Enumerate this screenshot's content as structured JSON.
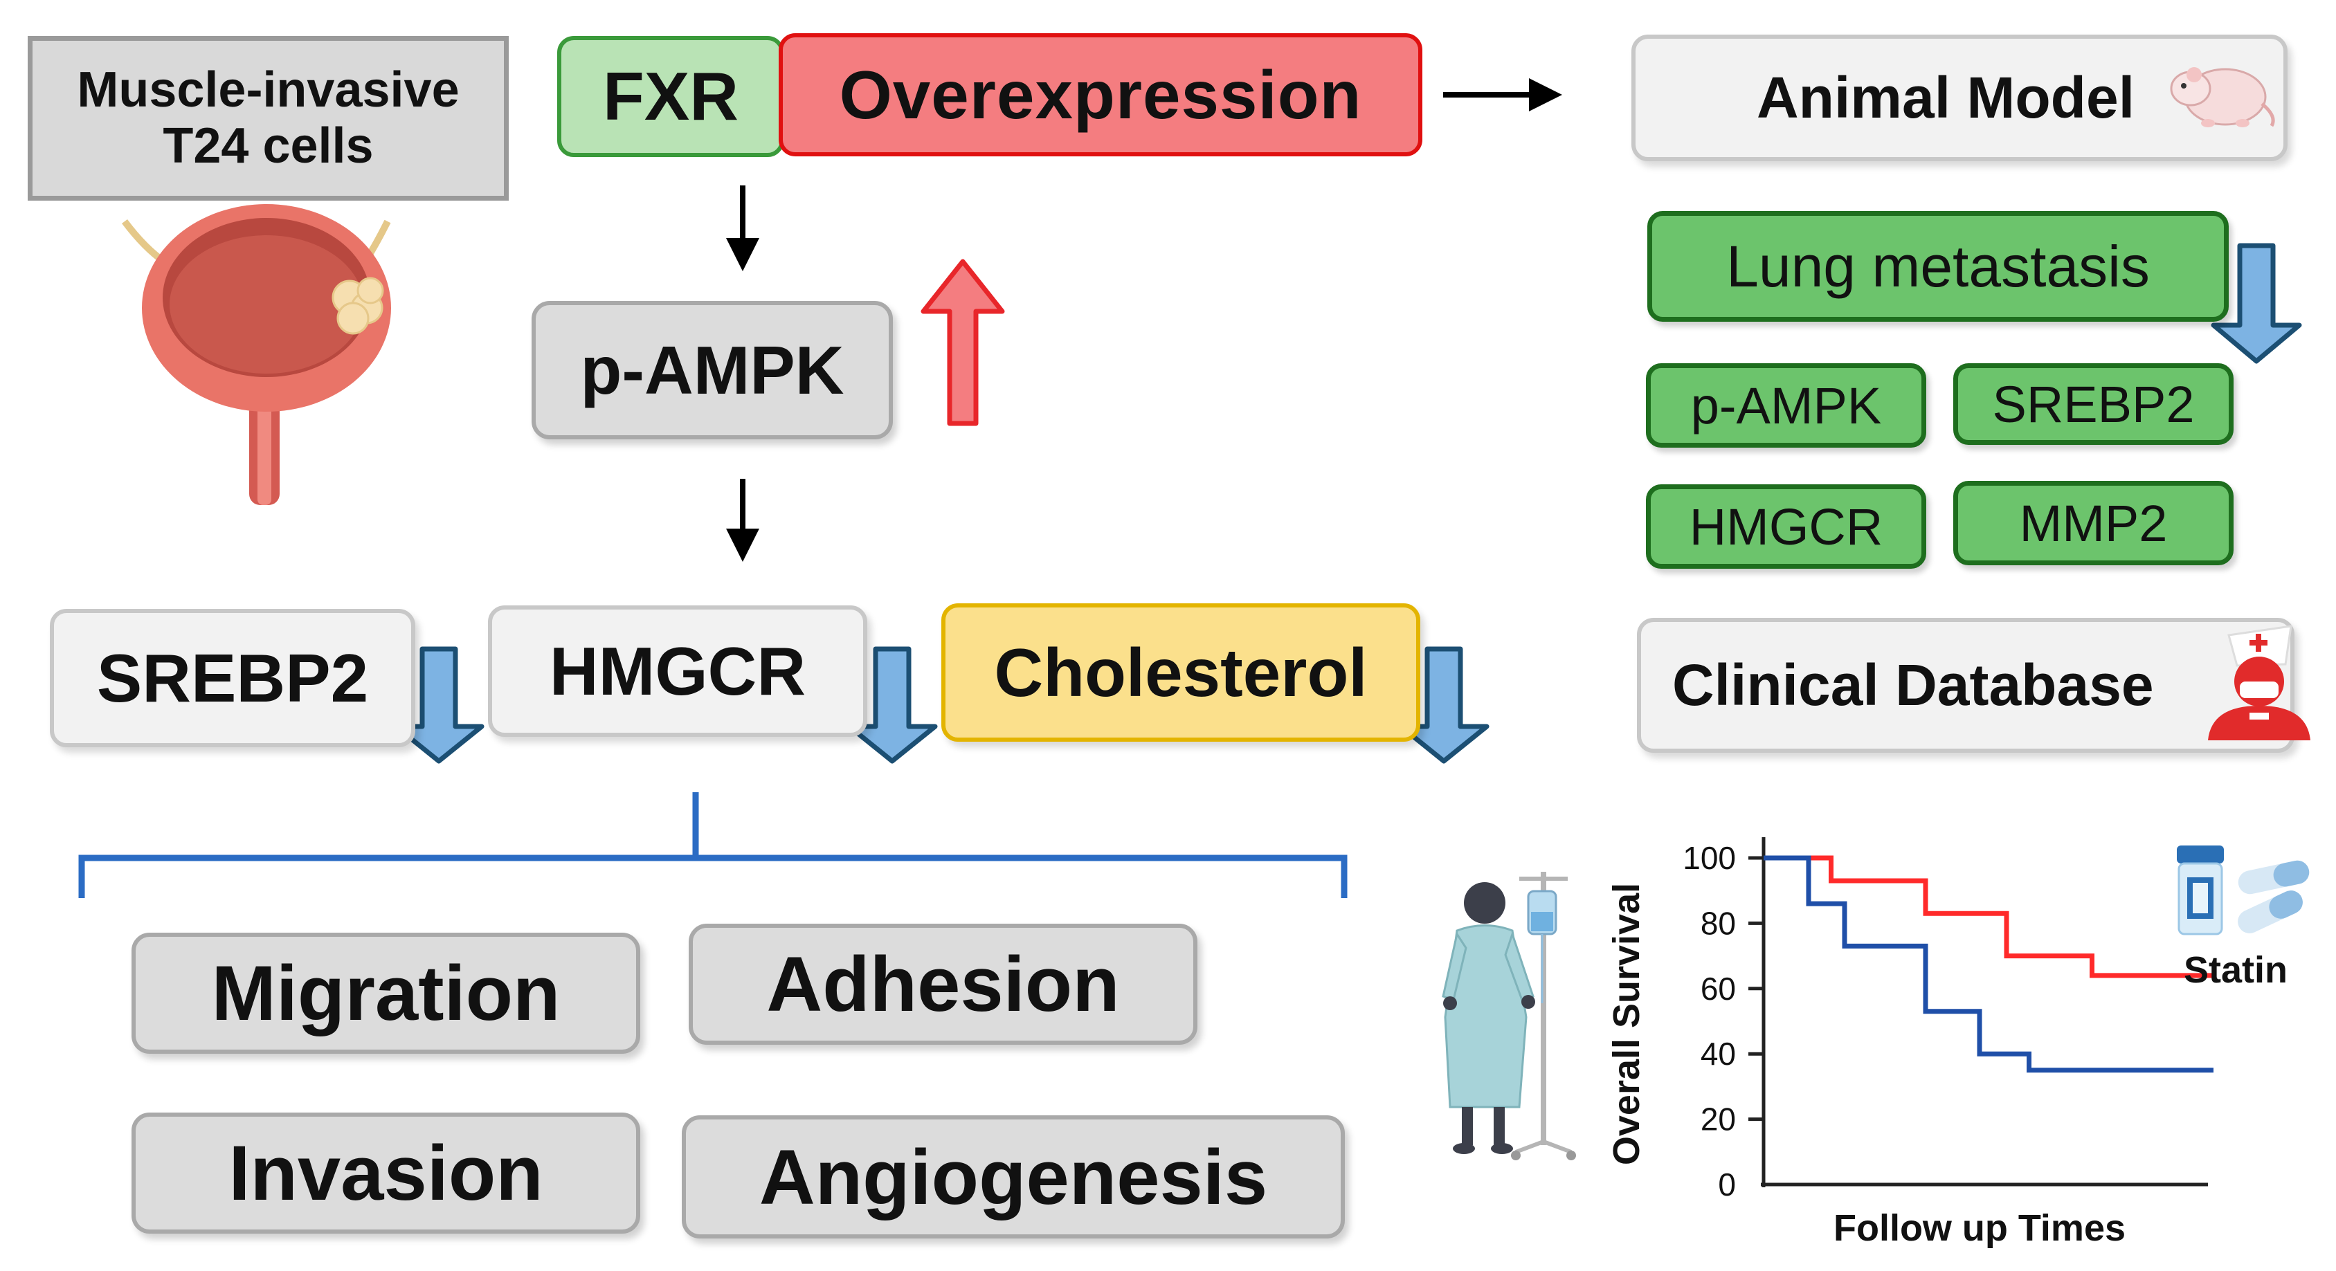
{
  "cell_label": {
    "line1": "Muscle-invasive",
    "line2": "T24 cells"
  },
  "top_row": {
    "gene": "FXR",
    "action": "Overexpression"
  },
  "pathway": {
    "kinase": "p-AMPK"
  },
  "targets": {
    "srebp2": "SREBP2",
    "hmgcr": "HMGCR",
    "cholesterol": "Cholesterol"
  },
  "effects": [
    "Migration",
    "Adhesion",
    "Invasion",
    "Angiogenesis"
  ],
  "animal": {
    "title": "Animal Model",
    "metastasis": "Lung metastasis",
    "markers": [
      "p-AMPK",
      "SREBP2",
      "HMGCR",
      "MMP2"
    ]
  },
  "clinical": {
    "title": "Clinical Database"
  },
  "colors": {
    "up_arrow": "#e8262a",
    "down_arrow": "#7db3e3",
    "statin_curve": "#ff2a2a",
    "control_curve": "#1f4fa8",
    "bracket": "#2b6cc4"
  },
  "icons": [
    "bladder-icon",
    "mouse-icon",
    "doctor-icon",
    "patient-icon",
    "pill-bottle-icon",
    "capsule-icon"
  ],
  "chart_data": {
    "type": "line",
    "title": "",
    "xlabel": "Follow up Times",
    "ylabel": "Overall Survival",
    "ylim": [
      0,
      100
    ],
    "yticks": [
      0,
      20,
      40,
      60,
      80,
      100
    ],
    "xlim": [
      0,
      10
    ],
    "series": [
      {
        "name": "Statin",
        "x": [
          0,
          1.5,
          1.5,
          3.6,
          3.6,
          5.4,
          5.4,
          7.3,
          7.3,
          10
        ],
        "y": [
          100,
          100,
          93,
          93,
          83,
          83,
          70,
          70,
          64,
          64
        ]
      },
      {
        "name": "",
        "x": [
          0,
          1.0,
          1.0,
          1.8,
          1.8,
          3.6,
          3.6,
          4.8,
          4.8,
          5.9,
          5.9,
          10
        ],
        "y": [
          100,
          100,
          86,
          86,
          73,
          73,
          53,
          53,
          40,
          40,
          35,
          35
        ]
      }
    ]
  }
}
